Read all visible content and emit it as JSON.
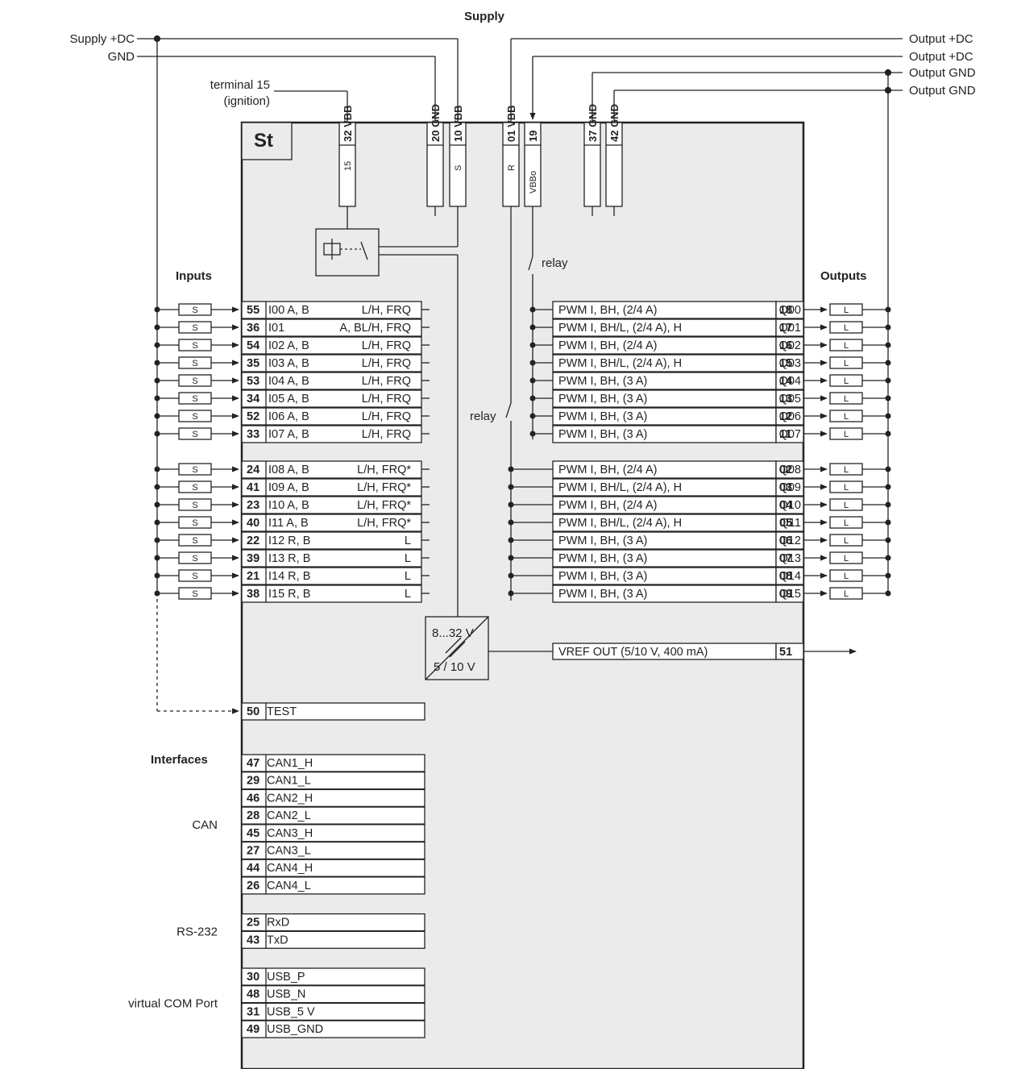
{
  "header": {
    "supply": "Supply",
    "supply_dc": "Supply +DC",
    "gnd": "GND",
    "terminal15_line1": "terminal 15",
    "terminal15_line2": "(ignition)",
    "out_labels": [
      "Output +DC",
      "Output +DC",
      "Output GND",
      "Output GND"
    ]
  },
  "device": {
    "title": "St"
  },
  "top_pins": [
    {
      "num": "32",
      "name": "VBB",
      "inner": "15"
    },
    {
      "num": "20",
      "name": "GND",
      "inner": ""
    },
    {
      "num": "10",
      "name": "VBB",
      "inner": "S"
    },
    {
      "num": "01",
      "name": "VBB",
      "inner": "R"
    },
    {
      "num": "19",
      "name": "",
      "inner": "VBBo"
    },
    {
      "num": "37",
      "name": "GND",
      "inner": ""
    },
    {
      "num": "42",
      "name": "GND",
      "inner": ""
    }
  ],
  "relay_labels": [
    "relay",
    "relay"
  ],
  "sections": {
    "inputs": "Inputs",
    "outputs": "Outputs",
    "interfaces": "Interfaces"
  },
  "sensor_label": "S",
  "load_label": "L",
  "inputs": [
    {
      "num": "55",
      "name": "I00 A, B",
      "func": "L/H, FRQ"
    },
    {
      "num": "36",
      "name": "I01",
      "func": "A, BL/H, FRQ"
    },
    {
      "num": "54",
      "name": "I02 A, B",
      "func": "L/H, FRQ"
    },
    {
      "num": "35",
      "name": "I03 A, B",
      "func": "L/H, FRQ"
    },
    {
      "num": "53",
      "name": "I04 A, B",
      "func": "L/H, FRQ"
    },
    {
      "num": "34",
      "name": "I05 A, B",
      "func": "L/H, FRQ"
    },
    {
      "num": "52",
      "name": "I06 A, B",
      "func": "L/H, FRQ"
    },
    {
      "num": "33",
      "name": "I07 A, B",
      "func": "L/H, FRQ"
    },
    {
      "num": "24",
      "name": "I08 A, B",
      "func": "L/H, FRQ*"
    },
    {
      "num": "41",
      "name": "I09 A, B",
      "func": "L/H, FRQ*"
    },
    {
      "num": "23",
      "name": "I10 A, B",
      "func": "L/H, FRQ*"
    },
    {
      "num": "40",
      "name": "I11 A, B",
      "func": "L/H, FRQ*"
    },
    {
      "num": "22",
      "name": "I12 R, B",
      "func": "L"
    },
    {
      "num": "39",
      "name": "I13 R, B",
      "func": "L"
    },
    {
      "num": "21",
      "name": "I14 R, B",
      "func": "L"
    },
    {
      "num": "38",
      "name": "I15 R, B",
      "func": "L"
    }
  ],
  "outputs": [
    {
      "desc": "PWM I, BH, (2/4 A)",
      "num": "18",
      "name": "Q00"
    },
    {
      "desc": "PWM I, BH/L, (2/4 A), H",
      "num": "17",
      "name": "Q01"
    },
    {
      "desc": "PWM I, BH, (2/4 A)",
      "num": "16",
      "name": "Q02"
    },
    {
      "desc": "PWM I, BH/L, (2/4 A), H",
      "num": "15",
      "name": "Q03"
    },
    {
      "desc": "PWM I, BH, (3 A)",
      "num": "14",
      "name": "Q04"
    },
    {
      "desc": "PWM I, BH, (3 A)",
      "num": "13",
      "name": "Q05"
    },
    {
      "desc": "PWM I, BH, (3 A)",
      "num": "12",
      "name": "Q06"
    },
    {
      "desc": "PWM I, BH, (3 A)",
      "num": "11",
      "name": "Q07"
    },
    {
      "desc": "PWM I, BH, (2/4 A)",
      "num": "02",
      "name": "Q08"
    },
    {
      "desc": "PWM I, BH/L, (2/4 A), H",
      "num": "03",
      "name": "Q09"
    },
    {
      "desc": "PWM I, BH, (2/4 A)",
      "num": "04",
      "name": "Q10"
    },
    {
      "desc": "PWM I, BH/L, (2/4 A), H",
      "num": "05",
      "name": "Q11"
    },
    {
      "desc": "PWM I, BH, (3 A)",
      "num": "06",
      "name": "Q12"
    },
    {
      "desc": "PWM I, BH, (3 A)",
      "num": "07",
      "name": "Q13"
    },
    {
      "desc": "PWM I, BH, (3 A)",
      "num": "08",
      "name": "Q14"
    },
    {
      "desc": "PWM I, BH, (3 A)",
      "num": "09",
      "name": "Q15"
    }
  ],
  "converter": {
    "in": "8...32 V",
    "out": "5 / 10 V"
  },
  "vref": {
    "desc": "VREF OUT (5/10 V, 400 mA)",
    "num": "51"
  },
  "test": {
    "num": "50",
    "name": "TEST"
  },
  "interface_groups": [
    {
      "label": "CAN",
      "pins": [
        {
          "num": "47",
          "name": "CAN1_H"
        },
        {
          "num": "29",
          "name": "CAN1_L"
        },
        {
          "num": "46",
          "name": "CAN2_H"
        },
        {
          "num": "28",
          "name": "CAN2_L"
        },
        {
          "num": "45",
          "name": "CAN3_H"
        },
        {
          "num": "27",
          "name": "CAN3_L"
        },
        {
          "num": "44",
          "name": "CAN4_H"
        },
        {
          "num": "26",
          "name": "CAN4_L"
        }
      ]
    },
    {
      "label": "RS-232",
      "pins": [
        {
          "num": "25",
          "name": "RxD"
        },
        {
          "num": "43",
          "name": "TxD"
        }
      ]
    },
    {
      "label": "virtual COM Port",
      "pins": [
        {
          "num": "30",
          "name": "USB_P"
        },
        {
          "num": "48",
          "name": "USB_N"
        },
        {
          "num": "31",
          "name": "USB_5 V"
        },
        {
          "num": "49",
          "name": "USB_GND"
        }
      ]
    }
  ]
}
